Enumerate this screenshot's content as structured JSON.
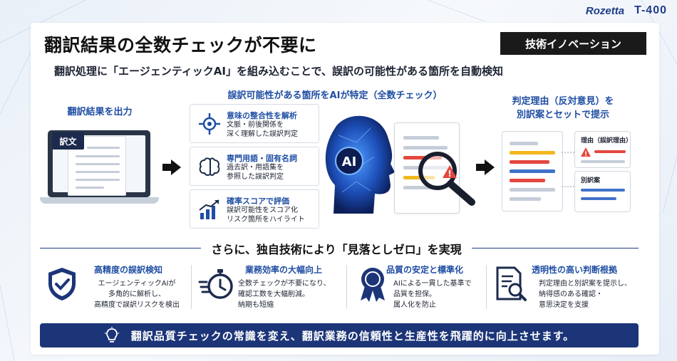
{
  "brand": {
    "logo_text": "Rozetta",
    "product_text": "T-400"
  },
  "header": {
    "title": "翻訳結果の全数チェックが不要に",
    "tag": "技術イノベーション",
    "subtitle": "翻訳処理に「エージェンティックAI」を組み込むことで、誤訳の可能性がある箇所を自動検知"
  },
  "flow": {
    "output_label": "翻訳結果を出力",
    "output_badge": "訳文",
    "ai_section_label": "誤訳可能性がある箇所をAIが特定（全数チェック）",
    "ai_label": "AI",
    "result_label_line1": "判定理由（反対意見）を",
    "result_label_line2": "別訳案とセットで提示",
    "features": [
      {
        "icon": "target-icon",
        "title": "意味の整合性を解析",
        "desc_line1": "文脈・前後関係を",
        "desc_line2": "深く理解した誤訳判定"
      },
      {
        "icon": "brain-icon",
        "title": "専門用語・固有名詞",
        "desc_line1": "過去訳・用語集を",
        "desc_line2": "参照した誤訳判定"
      },
      {
        "icon": "bar-chart-icon",
        "title": "確率スコアで評価",
        "desc_line1": "誤訳可能性をスコア化",
        "desc_line2": "リスク箇所をハイライト"
      }
    ],
    "reason_card_label": "理由（誤訳理由）",
    "alt_card_label": "別訳案",
    "colors": {
      "red": "#e4473f",
      "yellow": "#f2b81f",
      "blue": "#3f72c9",
      "navy": "#1c3578"
    }
  },
  "middle": {
    "title": "さらに、独自技術により「見落としゼロ」を実現"
  },
  "benefits": [
    {
      "icon": "shield-check-icon",
      "title": "高精度の誤訳検知",
      "lines": [
        "エージェンティックAIが",
        "多角的に解析し、",
        "高精度で誤訳リスクを検出"
      ]
    },
    {
      "icon": "stopwatch-icon",
      "title": "業務効率の大幅向上",
      "lines": [
        "全数チェックが不要になり、",
        "確認工数を大幅削減。",
        "納期も短縮"
      ]
    },
    {
      "icon": "award-badge-icon",
      "title": "品質の安定と標準化",
      "lines": [
        "AIによる一貫した基準で",
        "品質を担保。",
        "属人化を防止"
      ]
    },
    {
      "icon": "document-search-icon",
      "title": "透明性の高い判断根拠",
      "lines": [
        "判定理由と別訳案を提示し、",
        "納得感のある確認・",
        "意思決定を支援"
      ]
    }
  ],
  "footer": {
    "icon": "lightbulb-icon",
    "text": "翻訳品質チェックの常識を変え、翻訳業務の信頼性と生産性を飛躍的に向上させます。"
  }
}
